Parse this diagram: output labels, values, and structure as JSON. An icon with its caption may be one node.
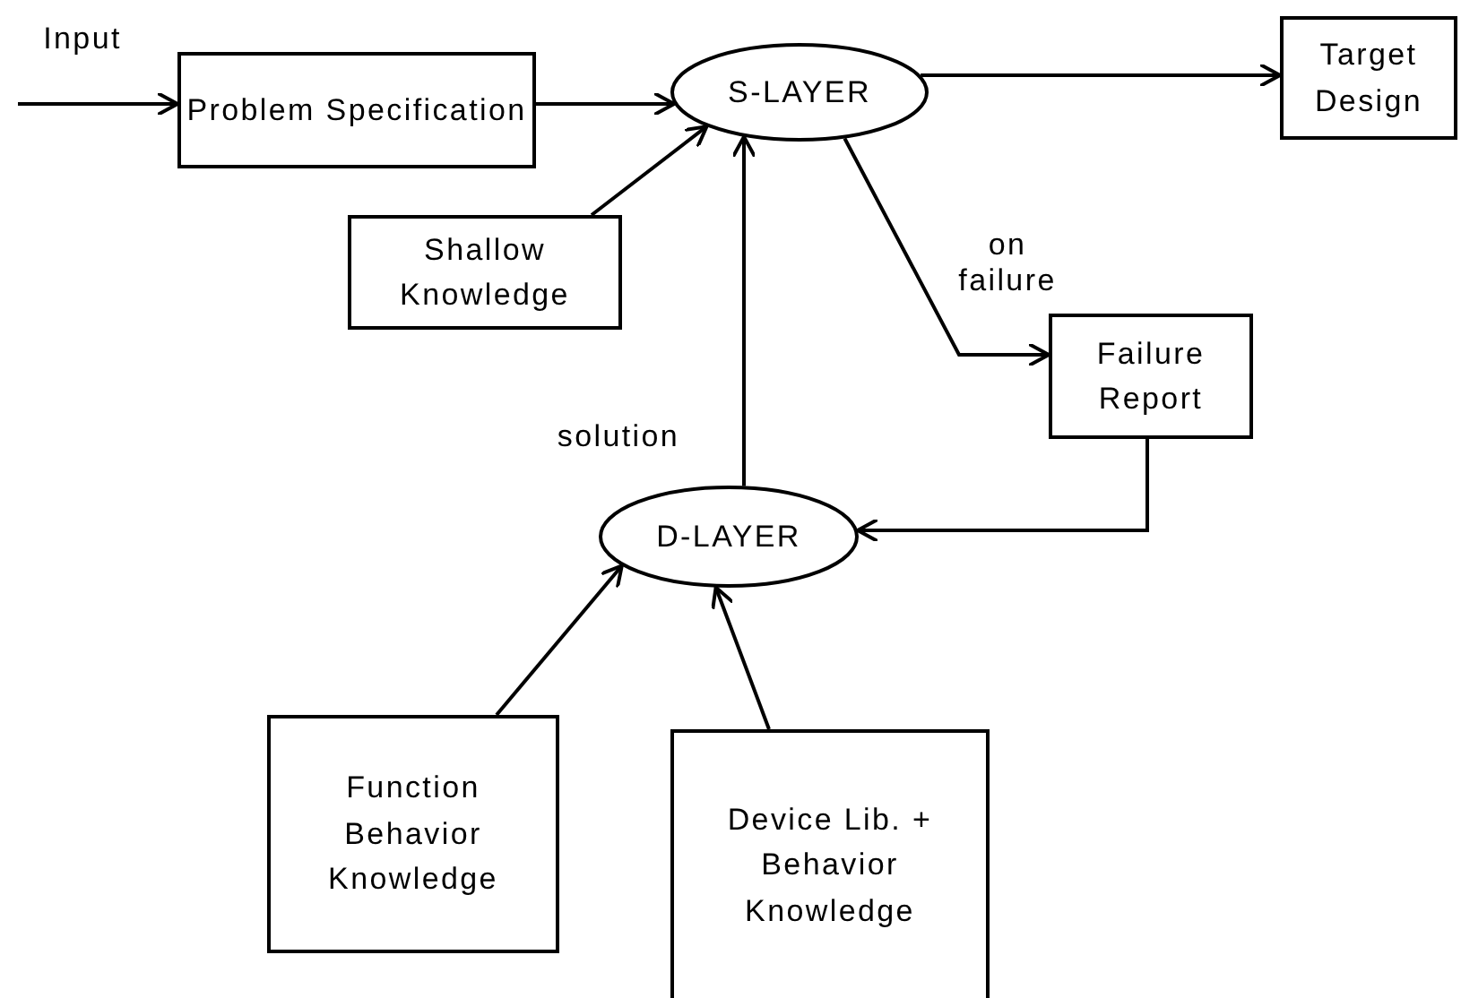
{
  "diagram": {
    "nodes": [
      {
        "text": [
          "Problem Specification"
        ]
      },
      {
        "text": [
          "S-LAYER"
        ]
      },
      {
        "text": [
          "Target Design"
        ]
      },
      {
        "text": [
          "Shallow Knowledge"
        ]
      },
      {
        "text": [
          "Failure Report"
        ]
      },
      {
        "text": [
          "D-LAYER"
        ]
      },
      {
        "text": [
          "Function Behavior Knowledge"
        ]
      },
      {
        "text": [
          "Device Lib. + Behavior Knowledge"
        ]
      }
    ],
    "edges": [
      {
        "from": null,
        "to": 0,
        "arrow": "to",
        "label": "Input"
      },
      {
        "from": 0,
        "to": 1,
        "arrow": "to"
      },
      {
        "from": 1,
        "to": 2,
        "arrow": "to"
      },
      {
        "from": 3,
        "to": 1,
        "arrow": "to"
      },
      {
        "from": 1,
        "to": 4,
        "arrow": "to",
        "label": "on failure"
      },
      {
        "from": 4,
        "to": 5,
        "arrow": "to"
      },
      {
        "from": 5,
        "to": 1,
        "arrow": "to",
        "label": "solution"
      },
      {
        "from": 6,
        "to": 5,
        "arrow": "to"
      },
      {
        "from": 7,
        "to": 5,
        "arrow": "to"
      }
    ]
  }
}
